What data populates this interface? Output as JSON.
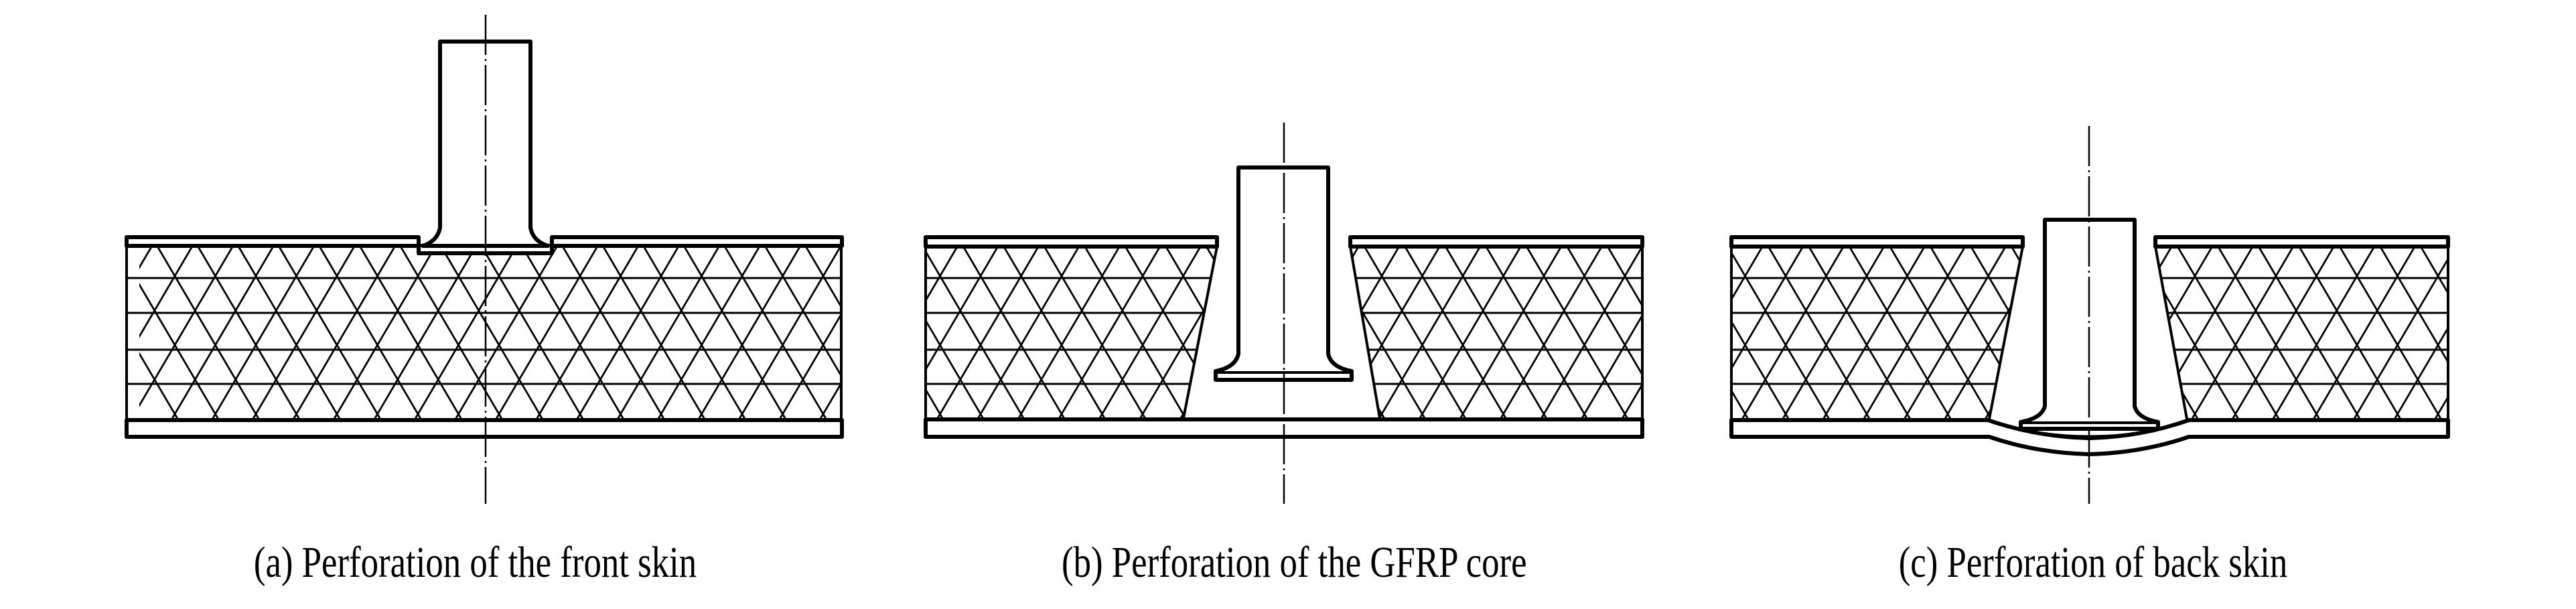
{
  "figure": {
    "panels": [
      {
        "id": "a",
        "caption": "(a) Perforation of the front skin",
        "stage": "front-skin-perforation",
        "components": [
          "projectile",
          "front skin",
          "GFRP core",
          "back skin",
          "center line"
        ]
      },
      {
        "id": "b",
        "caption": "(b) Perforation of the GFRP core",
        "stage": "core-perforation",
        "components": [
          "projectile",
          "front skin",
          "GFRP core",
          "back skin",
          "center line"
        ]
      },
      {
        "id": "c",
        "caption": "(c) Perforation of back skin",
        "stage": "back-skin-perforation",
        "components": [
          "projectile",
          "front skin",
          "GFRP core",
          "back skin (bulged)",
          "center line"
        ]
      }
    ],
    "colors": {
      "line": "#000000",
      "background": "#ffffff"
    }
  }
}
